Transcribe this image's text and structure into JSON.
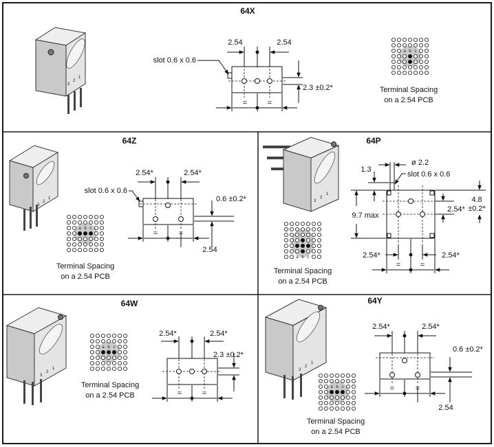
{
  "frame_color": "#1a1a1a",
  "grid_highlight_color": "#b9b9b9",
  "dot_fill_color": "#111111",
  "icons": [
    "trimmer-potentiometer-icon",
    "terminal-spacing-grid-icon"
  ],
  "pcb_label_line1": "Terminal Spacing",
  "pcb_label_line2": "on a 2.54 PCB",
  "grid_letters": [
    "a",
    "b",
    "c"
  ],
  "pin_numbers": [
    "3",
    "2",
    "1"
  ],
  "panels": {
    "p64x": {
      "title": "64X",
      "dims": {
        "left": "2.54",
        "right": "2.54",
        "slot": "slot 0.6 x 0.6",
        "height": "2.3 ±0.2*",
        "eq1": "=",
        "eq2": "="
      }
    },
    "p64z": {
      "title": "64Z",
      "dims": {
        "left": "2.54*",
        "right": "2.54*",
        "slot": "slot 0.6 x 0.6",
        "height": "0.6 ±0.2*",
        "bottom": "2.54",
        "eq1": "=",
        "eq2": "="
      }
    },
    "p64p": {
      "title": "64P",
      "dims": {
        "dia": "ø 2.2",
        "top_offset": "1.3",
        "slot": "slot 0.6 x 0.6",
        "max": "9.7 max",
        "mid": "2.54*",
        "right_a": "4.8",
        "right_b": "±0.2*",
        "bottom_left": "2.54*",
        "bottom_right": "2.54*",
        "eq1": "=",
        "eq2": "="
      }
    },
    "p64w": {
      "title": "64W",
      "dims": {
        "left": "2.54*",
        "right": "2.54*",
        "height": "2.3 ±0.2*",
        "eq1": "=",
        "eq2": "="
      }
    },
    "p64y": {
      "title": "64Y",
      "dims": {
        "left": "2.54*",
        "right": "2.54*",
        "height": "0.6 ±0.2*",
        "bottom": "2.54",
        "eq1": "=",
        "eq2": "="
      }
    }
  }
}
